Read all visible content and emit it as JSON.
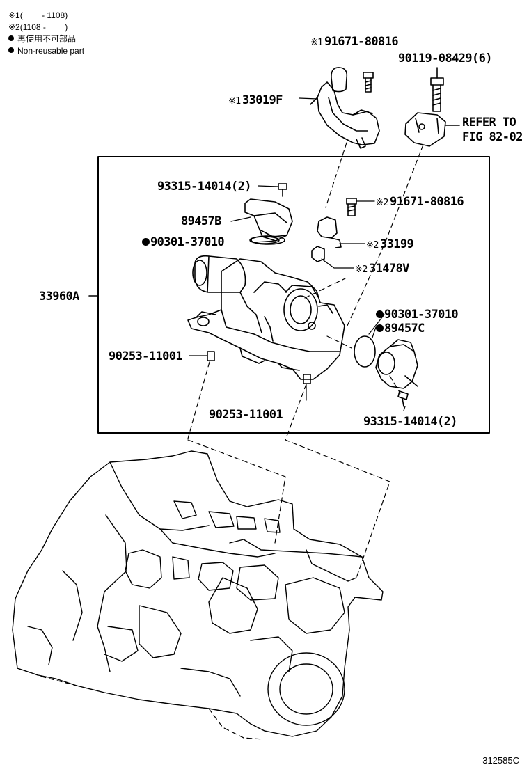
{
  "legend": {
    "note1_mark": "※1",
    "note1_text": "(　　 - 1108)",
    "note2_mark": "※2",
    "note2_text": "(1108 -　　 )",
    "nonreusable_jp": "再使用不可部品",
    "nonreusable_en": "Non-reusable part"
  },
  "labels": {
    "p91671_top": {
      "mark": "※1",
      "text": "91671-80816"
    },
    "p90119": {
      "text": "90119-08429(6)"
    },
    "p33019F": {
      "mark": "※1",
      "text": "33019F"
    },
    "refer1": {
      "text": "REFER TO"
    },
    "refer2": {
      "text": "FIG 82-02"
    },
    "p93315_top": {
      "text": "93315-14014(2)"
    },
    "p91671_mid": {
      "mark": "※2",
      "text": "91671-80816"
    },
    "p89457B": {
      "text": "89457B"
    },
    "p90301_left": {
      "text": "90301-37010"
    },
    "p33199": {
      "mark": "※2",
      "text": "33199"
    },
    "p31478V": {
      "mark": "※2",
      "text": "31478V"
    },
    "p33960A": {
      "text": "33960A"
    },
    "p90301_right": {
      "text": "90301-37010"
    },
    "p89457C": {
      "text": "89457C"
    },
    "p90253_left": {
      "text": "90253-11001"
    },
    "p90253_bottom": {
      "text": "90253-11001"
    },
    "p93315_bottom": {
      "text": "93315-14014(2)"
    }
  },
  "figure_id": "312585C"
}
